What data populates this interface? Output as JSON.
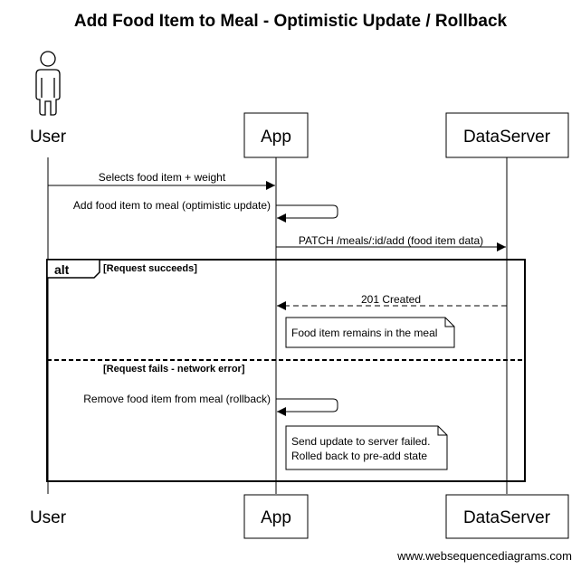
{
  "title": "Add Food Item to Meal - Optimistic Update / Rollback",
  "participants": {
    "user": {
      "label": "User",
      "icon": "stick-figure-icon"
    },
    "app": {
      "label": "App"
    },
    "server": {
      "label": "DataServer"
    }
  },
  "messages": [
    {
      "from": "User",
      "to": "App",
      "label": "Selects food item + weight",
      "style": "solid"
    },
    {
      "from": "App",
      "to": "App",
      "label": "Add food item to meal (optimistic update)",
      "style": "solid"
    },
    {
      "from": "App",
      "to": "DataServer",
      "label": "PATCH /meals/:id/add (food item data)",
      "style": "solid"
    },
    {
      "from": "DataServer",
      "to": "App",
      "label": "201 Created",
      "style": "dashed"
    },
    {
      "from": "App",
      "to": "App",
      "label": "Remove food item from meal (rollback)",
      "style": "solid"
    }
  ],
  "fragment": {
    "operator": "alt",
    "guard1": "[Request succeeds]",
    "guard2": "[Request fails - network error]"
  },
  "notes": {
    "success": [
      "Food item remains in the meal"
    ],
    "failure": [
      "Send update to server failed.",
      "Rolled back to pre-add state"
    ]
  },
  "watermark": "www.websequencediagrams.com",
  "colors": {
    "line": "#000000",
    "background": "#ffffff"
  }
}
